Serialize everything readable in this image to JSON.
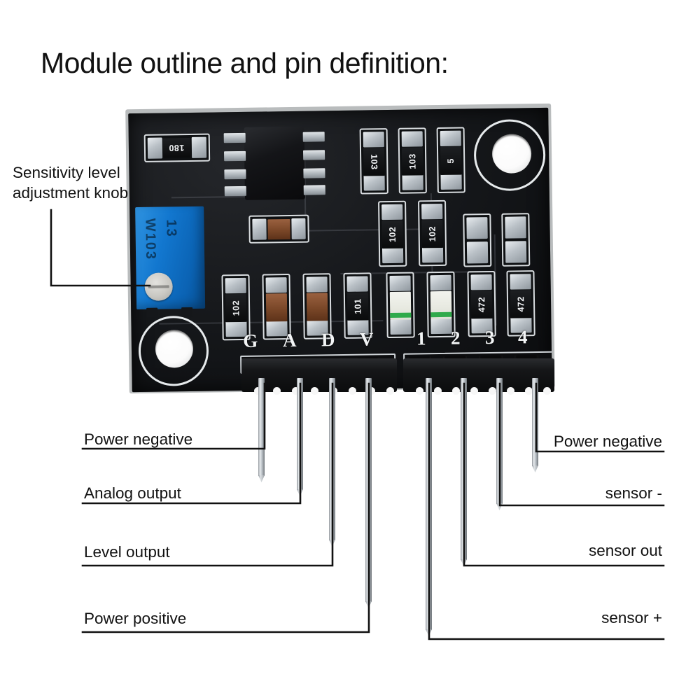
{
  "page": {
    "title": "Module outline and pin definition:",
    "background_color": "#ffffff",
    "text_color": "#111111"
  },
  "callouts": {
    "knob": {
      "line1": "Sensitivity level",
      "line2": "adjustment knob"
    },
    "left": [
      {
        "label": "Power negative",
        "pin": "G"
      },
      {
        "label": "Analog output",
        "pin": "A"
      },
      {
        "label": "Level output",
        "pin": "D"
      },
      {
        "label": "Power positive",
        "pin": "V"
      }
    ],
    "right": [
      {
        "label": "Power negative",
        "pin": "4"
      },
      {
        "label": "sensor -",
        "pin": "3"
      },
      {
        "label": "sensor out",
        "pin": "2"
      },
      {
        "label": "sensor +",
        "pin": "1"
      }
    ]
  },
  "board": {
    "color": "#141619",
    "edge_color": "#b9bcbd",
    "silkscreen_color": "#d9dde0",
    "pin_labels_left": [
      "G",
      "A",
      "D",
      "V"
    ],
    "pin_labels_right": [
      "1",
      "2",
      "3",
      "4"
    ],
    "potentiometer": {
      "color": "#1277cf",
      "marking_top": "13",
      "marking_bottom": "W103"
    },
    "components": [
      {
        "name": "resistor-180",
        "marking": "180"
      },
      {
        "name": "resistor-103a",
        "marking": "103"
      },
      {
        "name": "resistor-103b",
        "marking": "103"
      },
      {
        "name": "resistor-5",
        "marking": "5"
      },
      {
        "name": "resistor-102a",
        "marking": "102"
      },
      {
        "name": "resistor-102b",
        "marking": "102"
      },
      {
        "name": "resistor-102c",
        "marking": "102"
      },
      {
        "name": "resistor-101",
        "marking": "101"
      },
      {
        "name": "resistor-472a",
        "marking": "472"
      },
      {
        "name": "resistor-472b",
        "marking": "472"
      }
    ]
  }
}
